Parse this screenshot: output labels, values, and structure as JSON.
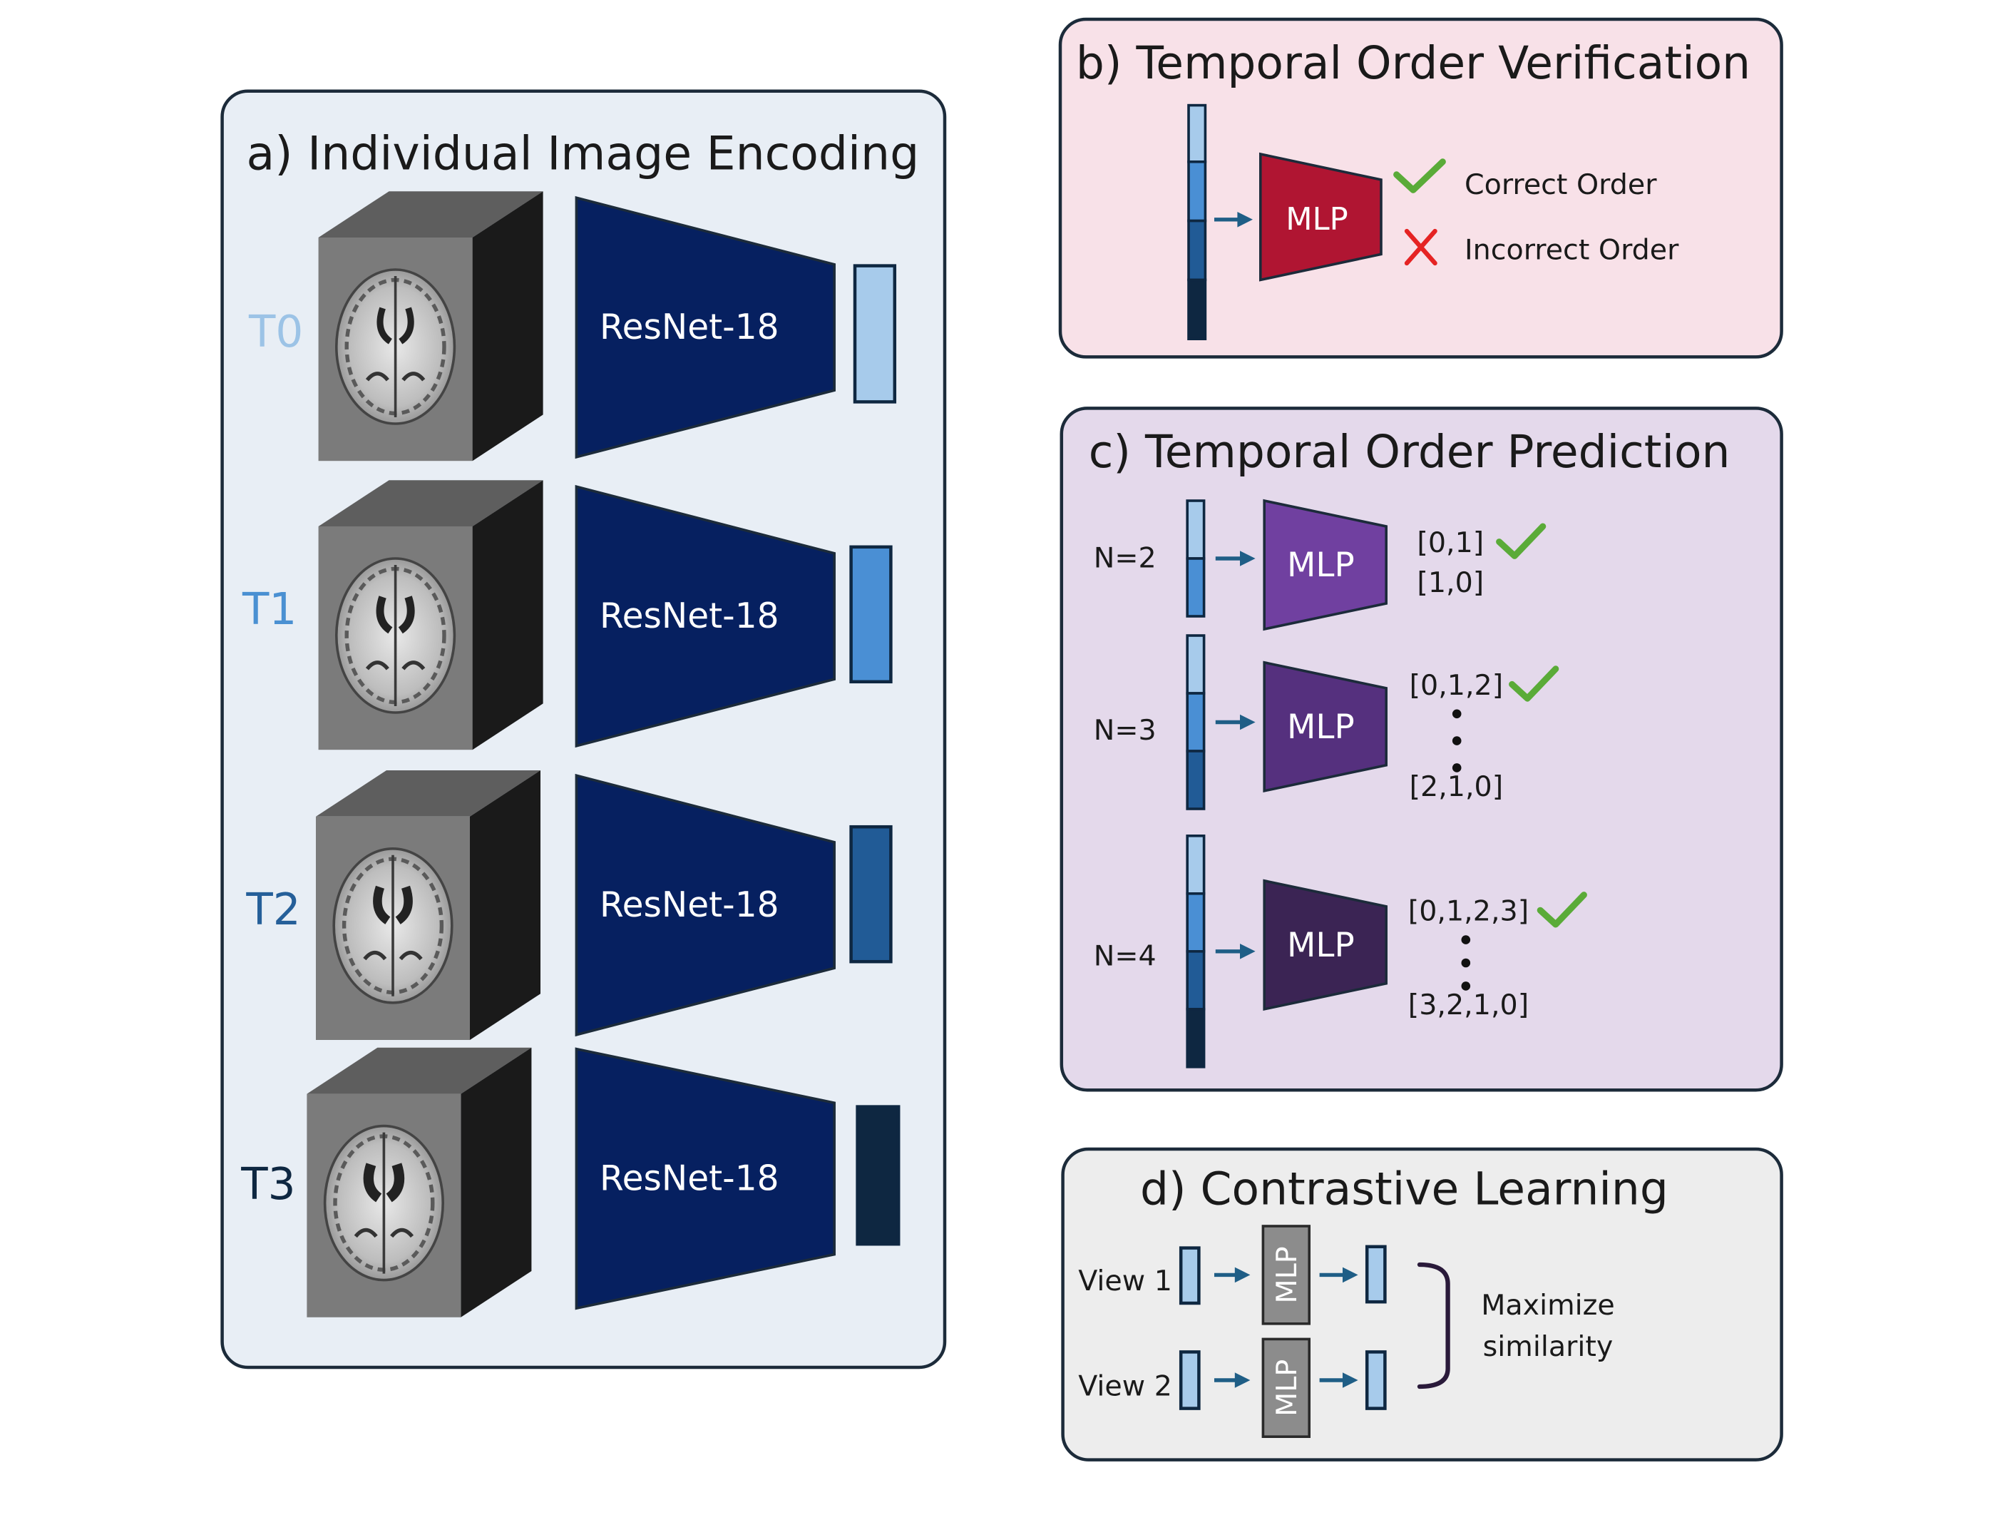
{
  "panel_a": {
    "title": "a) Individual Image Encoding",
    "rows": [
      {
        "time": "T0",
        "encoder": "ResNet-18",
        "time_color": "#9cc3e6",
        "embed_color": "#a7cbeb"
      },
      {
        "time": "T1",
        "encoder": "ResNet-18",
        "time_color": "#4a90d2",
        "embed_color": "#4a8fd4"
      },
      {
        "time": "T2",
        "encoder": "ResNet-18",
        "time_color": "#255f99",
        "embed_color": "#215b96"
      },
      {
        "time": "T3",
        "encoder": "ResNet-18",
        "time_color": "#0e2741",
        "embed_color": "#0e2741"
      }
    ]
  },
  "panel_b": {
    "title": "b) Temporal Order Verification",
    "mlp_label": "MLP",
    "correct_label": "Correct Order",
    "incorrect_label": "Incorrect Order"
  },
  "panel_c": {
    "title": "c) Temporal Order Prediction",
    "groups": [
      {
        "n_label": "N=2",
        "mlp_label": "MLP",
        "first": "[0,1]",
        "last": "[1,0]",
        "mlp_color": "#7040a0"
      },
      {
        "n_label": "N=3",
        "mlp_label": "MLP",
        "first": "[0,1,2]",
        "last": "[2,1,0]",
        "mlp_color": "#55307e"
      },
      {
        "n_label": "N=4",
        "mlp_label": "MLP",
        "first": "[0,1,2,3]",
        "last": "[3,2,1,0]",
        "mlp_color": "#3b2454"
      }
    ]
  },
  "panel_d": {
    "title": "d) Contrastive Learning",
    "view1_label": "View 1",
    "view2_label": "View 2",
    "mlp_label": "MLP",
    "objective_line1": "Maximize",
    "objective_line2": "similarity"
  },
  "colors": {
    "panel_a_bg": "#e8eef5",
    "panel_b_bg": "#f8e1e8",
    "panel_c_bg": "#e4d9eb",
    "panel_d_bg": "#ededed",
    "encoder_navy": "#062060",
    "mlp_red": "#b01532",
    "check_green": "#5aab38",
    "cross_red": "#e52323",
    "arrow": "#1f5e86"
  }
}
